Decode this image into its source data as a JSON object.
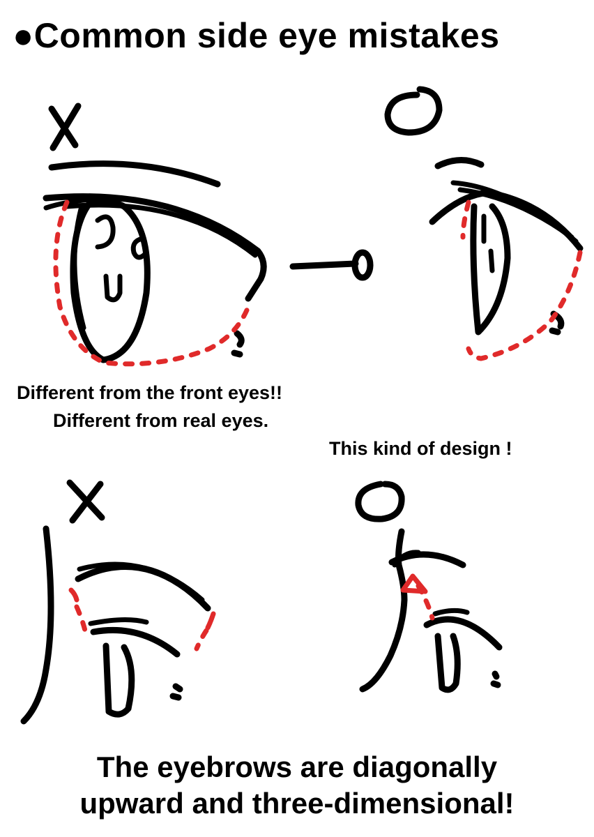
{
  "title": "●Common side eye mistakes",
  "marks": {
    "wrong": "X",
    "right": "O"
  },
  "captions": {
    "front_eyes": "Different from the front eyes!!",
    "real_eyes": "Different from real eyes.",
    "design": "This kind of design !"
  },
  "footer": {
    "line1": "The eyebrows are diagonally",
    "line2": "upward and three-dimensional!"
  },
  "colors": {
    "ink": "#000000",
    "guide": "#e02a2a",
    "background": "#ffffff"
  }
}
